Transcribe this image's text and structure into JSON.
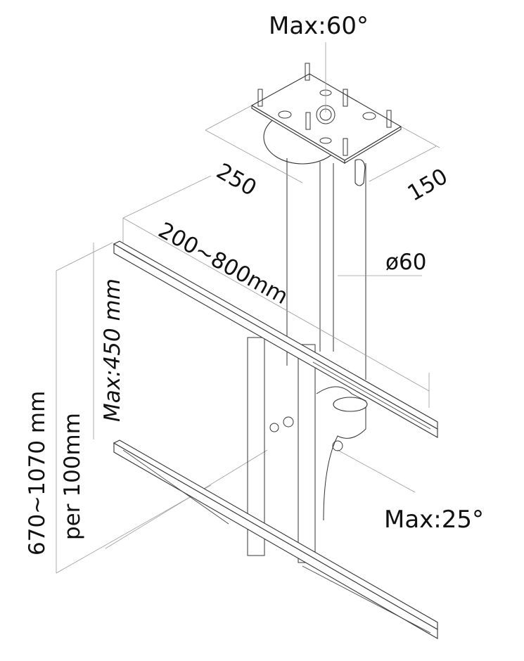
{
  "diagram": {
    "title": "Ceiling TV mount dimension drawing",
    "labels": {
      "tilt_top": "Max:60°",
      "plate_width": "250",
      "plate_depth": "150",
      "rail_span": "200~800mm",
      "pole_diameter": "ø60",
      "vesa_height": "Max:450 mm",
      "pole_length": "670~1070 mm",
      "pole_step": "per 100mm",
      "tilt_bottom": "Max:25°"
    },
    "colors": {
      "line": "#333333",
      "dimension_line": "#9a9a9a",
      "text": "#111111",
      "background": "#ffffff"
    }
  }
}
